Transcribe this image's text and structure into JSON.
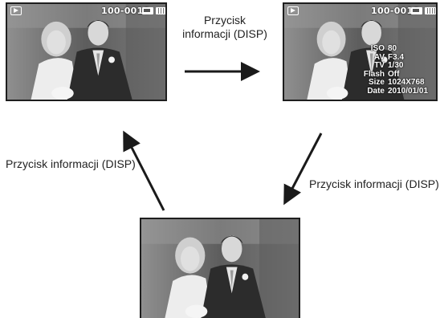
{
  "screens": {
    "top_left": {
      "counter": "100-0010",
      "icons": [
        "play-mode-icon",
        "memory-card-icon",
        "battery-icon"
      ]
    },
    "top_right": {
      "counter": "100-0010",
      "icons": [
        "play-mode-icon",
        "memory-card-icon",
        "battery-icon"
      ],
      "info": [
        {
          "key": "ISO",
          "value": "80"
        },
        {
          "key": "AV",
          "value": "F3.4"
        },
        {
          "key": "TV",
          "value": "1/30"
        },
        {
          "key": "Flash",
          "value": "Off"
        },
        {
          "key": "Size",
          "value": "1024X768"
        },
        {
          "key": "Date",
          "value": "2010/01/01"
        }
      ]
    },
    "bottom": {}
  },
  "labels": {
    "top_line1": "Przycisk",
    "top_line2": "informacji (DISP)",
    "right": "Przycisk informacji (DISP)",
    "left": "Przycisk informacji (DISP)"
  },
  "colors": {
    "frame": "#1e1e1e",
    "arrow": "#1a1a1a",
    "osd_text": "#ffffff"
  }
}
